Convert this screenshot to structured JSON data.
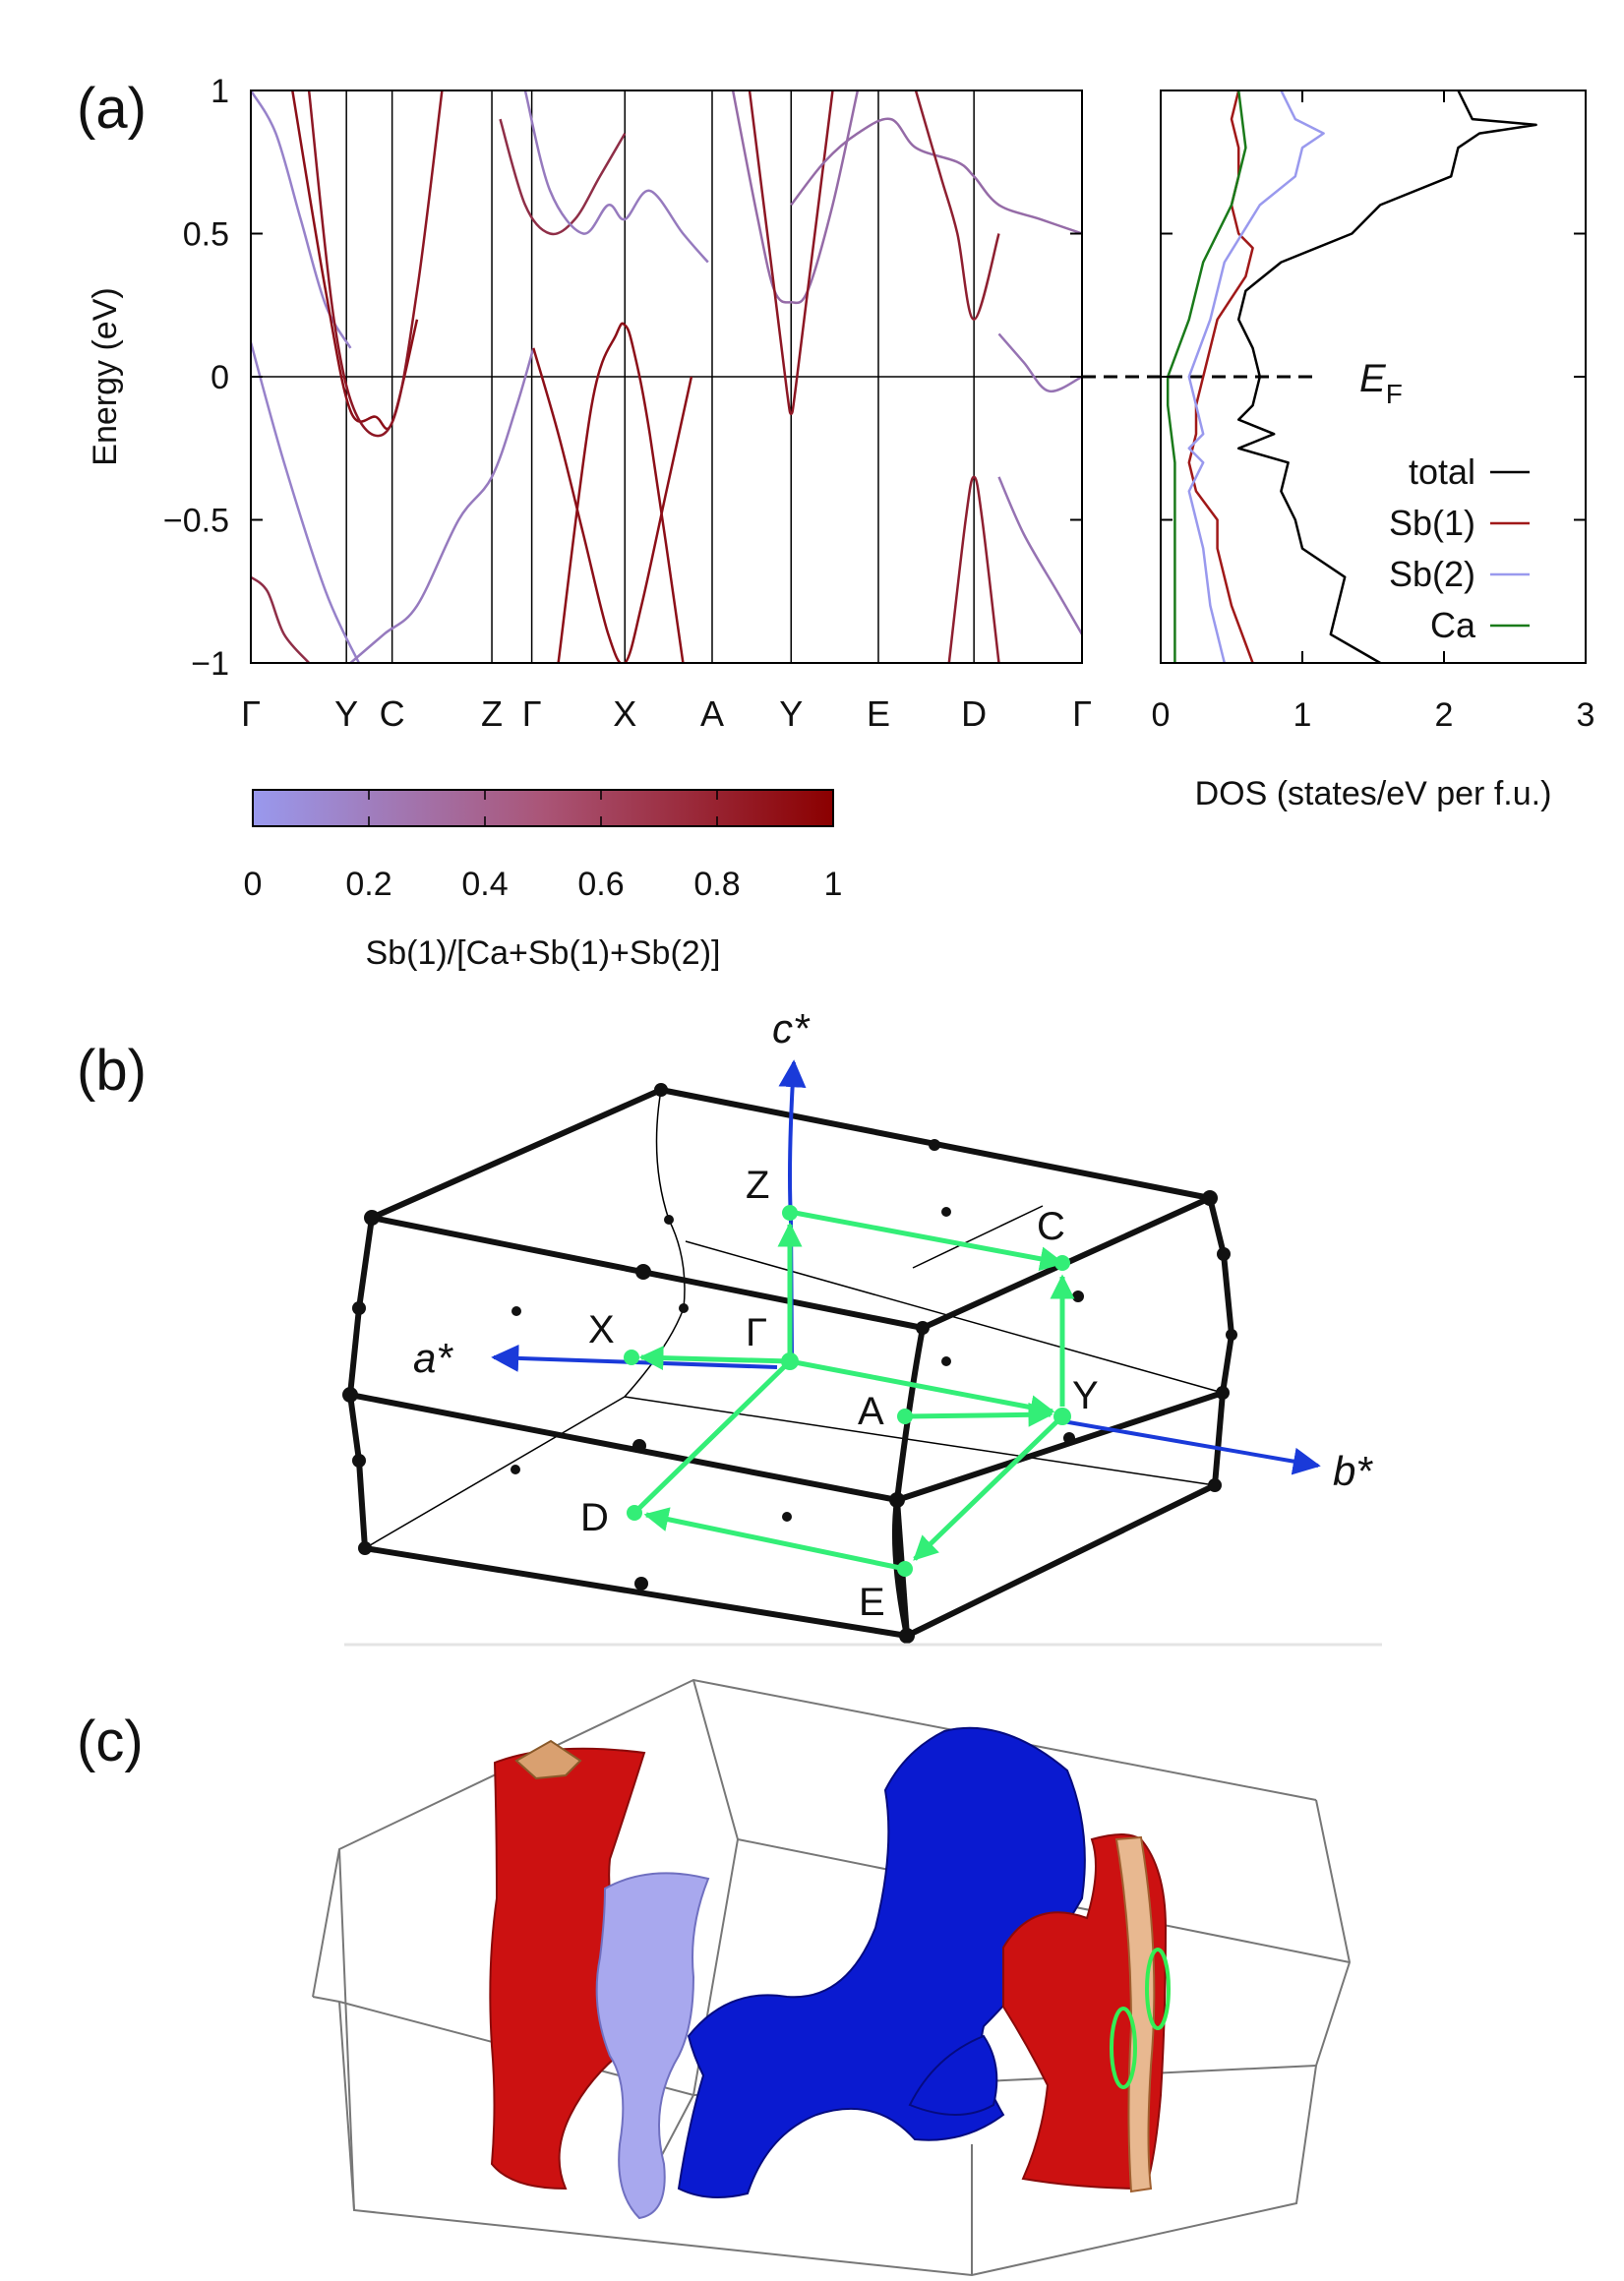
{
  "panels": {
    "a": "(a)",
    "b": "(b)",
    "c": "(c)"
  },
  "chart_data": [
    {
      "type": "line",
      "panel": "(a) band structure",
      "ylabel": "Energy (eV)",
      "ylim": [
        -1,
        1
      ],
      "yticks": [
        "−1",
        "−0.5",
        "0",
        "0.5",
        "1"
      ],
      "ytick_values": [
        -1,
        -0.5,
        0,
        0.5,
        1
      ],
      "kpath": [
        "Γ",
        "Y",
        "C",
        "Z",
        "Γ",
        "X",
        "A",
        "Y",
        "E",
        "D",
        "Γ"
      ],
      "kpath_positions": [
        0,
        0.115,
        0.17,
        0.29,
        0.338,
        0.45,
        0.555,
        0.65,
        0.755,
        0.87,
        1.0
      ],
      "fermi_label": "E",
      "fermi_sub": "F",
      "grid": false,
      "bands": [
        {
          "weight": 0.15,
          "k": [
            0,
            0.03,
            0.06,
            0.09,
            0.12
          ],
          "E": [
            1,
            0.85,
            0.55,
            0.25,
            0.1
          ]
        },
        {
          "weight": 0.15,
          "k": [
            0,
            0.04,
            0.09,
            0.13
          ],
          "E": [
            0.12,
            -0.3,
            -0.75,
            -1
          ]
        },
        {
          "weight": 0.7,
          "k": [
            0,
            0.02,
            0.04,
            0.07
          ],
          "E": [
            -0.7,
            -0.75,
            -0.9,
            -1
          ]
        },
        {
          "weight": 0.9,
          "k": [
            0.05,
            0.09,
            0.12,
            0.15,
            0.17,
            0.2
          ],
          "E": [
            1,
            0.3,
            -0.12,
            -0.14,
            -0.16,
            0.2
          ]
        },
        {
          "weight": 0.85,
          "k": [
            0.07,
            0.1,
            0.13,
            0.17,
            0.2,
            0.23
          ],
          "E": [
            1,
            0.2,
            -0.15,
            -0.16,
            0.3,
            1
          ]
        },
        {
          "weight": 0.2,
          "k": [
            0.12,
            0.16,
            0.2,
            0.25,
            0.29,
            0.32,
            0.34
          ],
          "E": [
            -1,
            -0.9,
            -0.8,
            -0.5,
            -0.35,
            -0.1,
            0.1
          ]
        },
        {
          "weight": 0.7,
          "k": [
            0.3,
            0.33,
            0.36,
            0.39,
            0.42,
            0.45
          ],
          "E": [
            0.9,
            0.6,
            0.5,
            0.55,
            0.7,
            0.85
          ]
        },
        {
          "weight": 0.2,
          "k": [
            0.33,
            0.36,
            0.4,
            0.43,
            0.45,
            0.48,
            0.52,
            0.55
          ],
          "E": [
            1,
            0.65,
            0.5,
            0.6,
            0.55,
            0.65,
            0.5,
            0.4
          ]
        },
        {
          "weight": 0.9,
          "k": [
            0.34,
            0.37,
            0.4,
            0.43,
            0.45,
            0.47,
            0.5,
            0.53
          ],
          "E": [
            0.1,
            -0.2,
            -0.55,
            -0.9,
            -1,
            -0.8,
            -0.4,
            0
          ]
        },
        {
          "weight": 0.9,
          "k": [
            0.37,
            0.41,
            0.44,
            0.45,
            0.46,
            0.48,
            0.52
          ],
          "E": [
            -1,
            -0.1,
            0.15,
            0.18,
            0.1,
            -0.2,
            -1
          ]
        },
        {
          "weight": 0.3,
          "k": [
            0.58,
            0.61,
            0.63,
            0.65,
            0.67,
            0.7,
            0.73
          ],
          "E": [
            1,
            0.55,
            0.3,
            0.26,
            0.3,
            0.6,
            1
          ]
        },
        {
          "weight": 0.85,
          "k": [
            0.6,
            0.63,
            0.645,
            0.65,
            0.655,
            0.67,
            0.7
          ],
          "E": [
            1,
            0.3,
            -0.05,
            -0.13,
            -0.05,
            0.3,
            1
          ]
        },
        {
          "weight": 0.3,
          "k": [
            0.65,
            0.69,
            0.73,
            0.77,
            0.8,
            0.85,
            0.87,
            0.9,
            0.95,
            1.0
          ],
          "E": [
            0.6,
            0.75,
            0.85,
            0.9,
            0.8,
            0.75,
            0.7,
            0.6,
            0.55,
            0.5
          ]
        },
        {
          "weight": 0.8,
          "k": [
            0.8,
            0.83,
            0.85,
            0.87,
            0.9
          ],
          "E": [
            1,
            0.7,
            0.5,
            0.2,
            0.5
          ]
        },
        {
          "weight": 0.8,
          "k": [
            0.84,
            0.86,
            0.87,
            0.88,
            0.9
          ],
          "E": [
            -1,
            -0.5,
            -0.35,
            -0.5,
            -1
          ]
        },
        {
          "weight": 0.25,
          "k": [
            0.9,
            0.93,
            0.96,
            1.0
          ],
          "E": [
            0.15,
            0.05,
            -0.05,
            0
          ]
        },
        {
          "weight": 0.25,
          "k": [
            0.9,
            0.93,
            0.97,
            1.0
          ],
          "E": [
            -0.35,
            -0.55,
            -0.75,
            -0.9
          ]
        }
      ]
    },
    {
      "type": "line",
      "panel": "(a) density of states",
      "xlabel": "DOS (states/eV per f.u.)",
      "xlim": [
        0,
        3
      ],
      "xticks": [
        "0",
        "1",
        "2",
        "3"
      ],
      "xtick_values": [
        0,
        1,
        2,
        3
      ],
      "ylim": [
        -1,
        1
      ],
      "legend_position": "bottom-right",
      "series": [
        {
          "name": "total",
          "color": "#000000",
          "E": [
            -1,
            -0.9,
            -0.8,
            -0.7,
            -0.6,
            -0.5,
            -0.4,
            -0.3,
            -0.25,
            -0.2,
            -0.15,
            -0.1,
            0,
            0.1,
            0.2,
            0.3,
            0.4,
            0.5,
            0.6,
            0.7,
            0.8,
            0.85,
            0.88,
            0.9,
            1
          ],
          "dos": [
            1.55,
            1.2,
            1.25,
            1.3,
            1.0,
            0.95,
            0.85,
            0.9,
            0.55,
            0.8,
            0.55,
            0.65,
            0.7,
            0.65,
            0.55,
            0.6,
            0.85,
            1.35,
            1.55,
            2.05,
            2.1,
            2.25,
            2.65,
            2.2,
            2.1
          ]
        },
        {
          "name": "Sb(1)",
          "color": "#a01818",
          "E": [
            -1,
            -0.8,
            -0.6,
            -0.5,
            -0.4,
            -0.3,
            -0.2,
            -0.1,
            0,
            0.2,
            0.35,
            0.45,
            0.5,
            0.6,
            0.7,
            0.8,
            0.9,
            1
          ],
          "dos": [
            0.65,
            0.5,
            0.4,
            0.4,
            0.25,
            0.2,
            0.25,
            0.25,
            0.3,
            0.4,
            0.6,
            0.65,
            0.55,
            0.5,
            0.55,
            0.55,
            0.5,
            0.55
          ]
        },
        {
          "name": "Sb(2)",
          "color": "#9999ee",
          "E": [
            -1,
            -0.8,
            -0.6,
            -0.4,
            -0.3,
            -0.25,
            -0.2,
            0,
            0.2,
            0.4,
            0.6,
            0.7,
            0.8,
            0.85,
            0.9,
            1
          ],
          "dos": [
            0.45,
            0.35,
            0.3,
            0.2,
            0.3,
            0.2,
            0.3,
            0.2,
            0.35,
            0.45,
            0.7,
            0.95,
            1.0,
            1.15,
            0.95,
            0.85
          ]
        },
        {
          "name": "Ca",
          "color": "#1a7a1a",
          "E": [
            -1,
            -0.6,
            -0.3,
            -0.1,
            0,
            0.2,
            0.4,
            0.6,
            0.8,
            1
          ],
          "dos": [
            0.1,
            0.1,
            0.1,
            0.05,
            0.05,
            0.2,
            0.3,
            0.5,
            0.6,
            0.55
          ]
        }
      ]
    }
  ],
  "colorbar": {
    "label": "Sb(1)/[Ca+Sb(1)+Sb(2)]",
    "ticks": [
      "0",
      "0.2",
      "0.4",
      "0.6",
      "0.8",
      "1"
    ],
    "tick_values": [
      0,
      0.2,
      0.4,
      0.6,
      0.8,
      1
    ],
    "color_min": "#9999ee",
    "color_max": "#8b0000"
  },
  "brillouin_zone": {
    "axes": [
      "a*",
      "b*",
      "c*"
    ],
    "points": [
      "Z",
      "C",
      "X",
      "Γ",
      "A",
      "Y",
      "D",
      "E"
    ],
    "path_color": "#33ee77",
    "axis_color": "#1a3ad9"
  },
  "fermi_surface": {
    "colors": {
      "red": "#cc1111",
      "blue": "#0a1ad0",
      "lightblue": "#a8a8ee",
      "loop": "#33ee55"
    }
  }
}
